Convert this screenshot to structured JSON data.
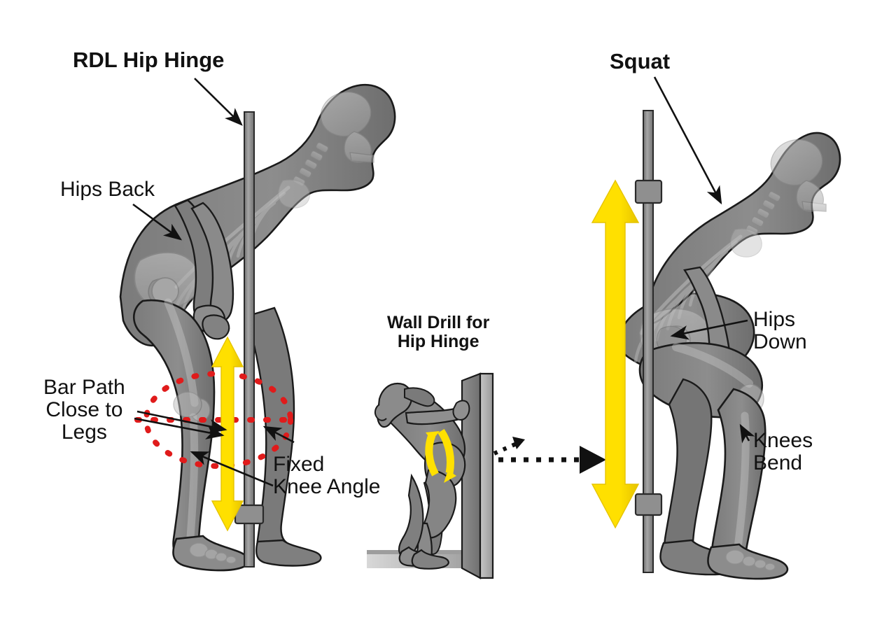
{
  "diagram": {
    "title_semantic": "rdl-hip-hinge-vs-squat-instructional-diagram",
    "background_color": "#ffffff",
    "colors": {
      "yellow_arrow": "#FFE000",
      "yellow_arrow_dark": "#E8C800",
      "red_dotted": "#E01B1B",
      "body_gray": "#888888",
      "body_gray_dark": "#6f6f6f",
      "bone_gray": "#b3b3b3",
      "outline": "#1a1a1a",
      "bar_gray": "#8a8a8a",
      "wall_light": "#b9b9b9",
      "wall_dark": "#7e7e7e",
      "text": "#111111"
    }
  },
  "panels": {
    "left": {
      "name": "rdl-hip-hinge-panel",
      "title": "RDL Hip Hinge",
      "labels": {
        "hips_back": "Hips Back",
        "bar_path": "Bar Path\nClose to\nLegs",
        "fixed_knee_angle": "Fixed\nKnee Angle"
      },
      "annotations": {
        "vertical_arrow": "yellow-double-headed-vertical-arrow",
        "knee_highlight": "red-dotted-ellipse",
        "bar_path_line": "red-dotted-horizontal-line",
        "barbell": "vertical-barbell-bar-with-collar"
      }
    },
    "center": {
      "name": "wall-drill-panel",
      "title": "Wall Drill for\nHip Hinge",
      "annotations": {
        "hip_hinge_arrow": "yellow-curved-double-arrow",
        "wall": "wall-slab",
        "transfer_arrow": "black-dotted-arrow-pointing-right",
        "secondary_arrow": "black-dotted-arrow-pointing-up-left"
      }
    },
    "right": {
      "name": "squat-panel",
      "title": "Squat",
      "labels": {
        "hips_down": "Hips\nDown",
        "knees_bend": "Knees\nBend"
      },
      "annotations": {
        "vertical_arrow": "yellow-double-headed-vertical-arrow",
        "barbell": "vertical-barbell-bar-with-two-collars"
      }
    }
  }
}
